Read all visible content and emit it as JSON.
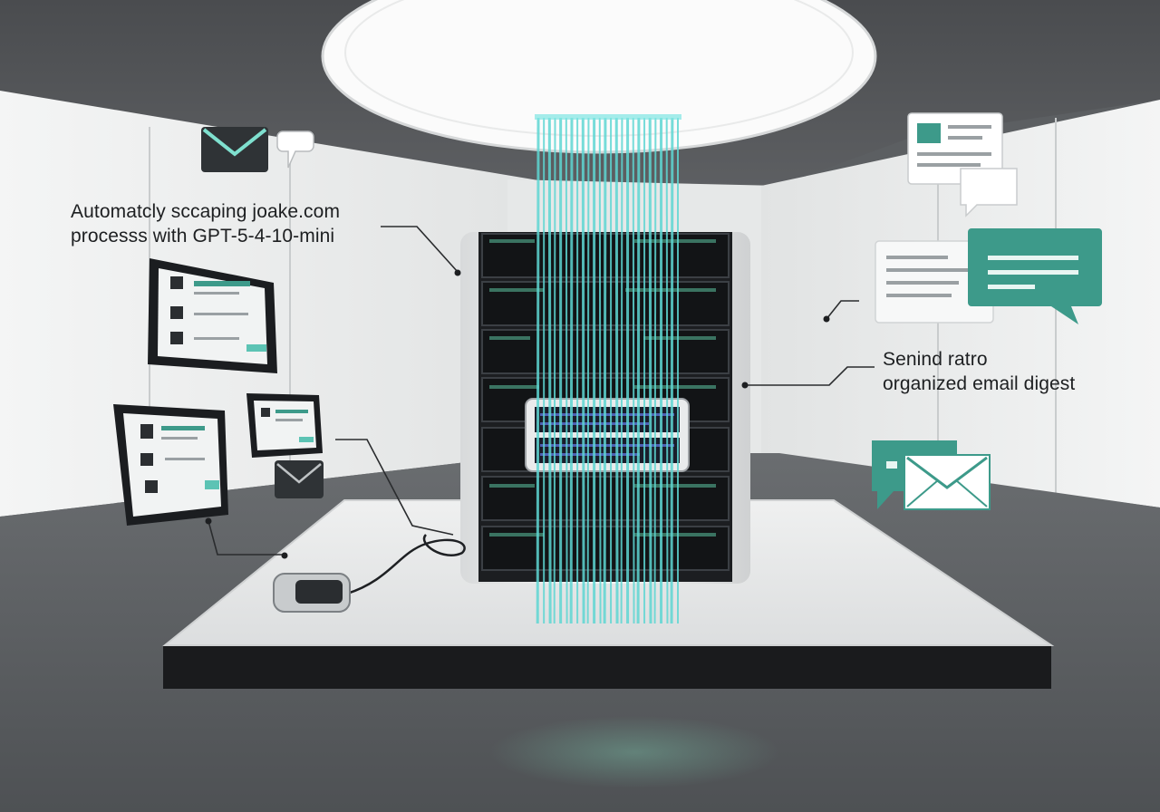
{
  "captions": {
    "left_line1": "Automatcly sccaping joake.com",
    "left_line2": "processs with GPT-5-4-10-mini",
    "right_line1": "Senind ratro",
    "right_line2": "organized email digest"
  },
  "colors": {
    "accent": "#3d9a8a",
    "fiber": "#5ed6d2",
    "floor": "#5a5d60",
    "wall": "#eceeee",
    "server": "#1b1d20"
  },
  "icons": [
    "envelope-icon",
    "speech-bubble-icon",
    "tablet-icon",
    "usb-drive-icon",
    "chat-bubble-icon"
  ]
}
